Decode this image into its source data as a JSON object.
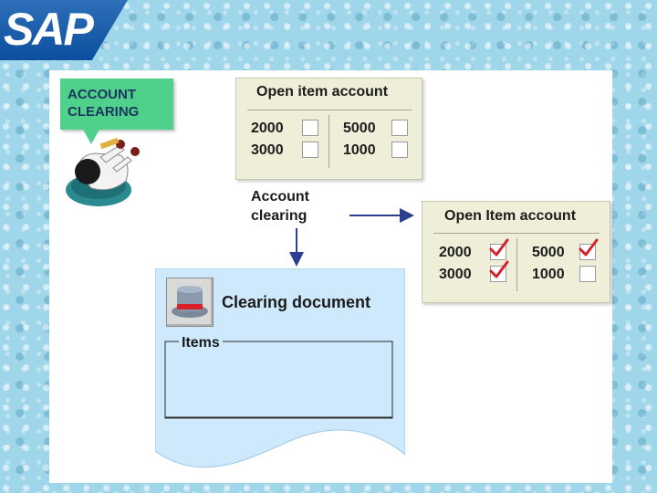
{
  "logo": {
    "text": "SAP"
  },
  "callout": {
    "text": "ACCOUNT\nCLEARING"
  },
  "panel_before": {
    "title": "Open item account",
    "items": [
      {
        "amount": "2000",
        "checked": false
      },
      {
        "amount": "3000",
        "checked": false
      },
      {
        "amount": "5000",
        "checked": false
      },
      {
        "amount": "1000",
        "checked": false
      }
    ]
  },
  "process_label": "Account\nclearing",
  "panel_after": {
    "title": "Open Item account",
    "items": [
      {
        "amount": "2000",
        "checked": true
      },
      {
        "amount": "3000",
        "checked": true
      },
      {
        "amount": "5000",
        "checked": true
      },
      {
        "amount": "1000",
        "checked": false
      }
    ]
  },
  "document": {
    "title": "Clearing document",
    "items_label": "Items"
  },
  "colors": {
    "background": "#9fd6ea",
    "callout": "#4fd08b",
    "panel": "#efefd9",
    "document": "#cde9fb",
    "arrow": "#2b3f8f",
    "check": "#d6202a"
  }
}
